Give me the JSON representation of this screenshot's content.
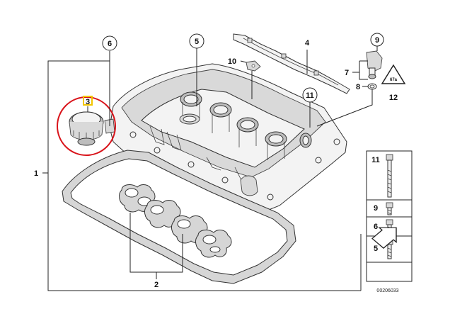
{
  "diagram": {
    "callouts": {
      "c1": "1",
      "c2": "2",
      "c3": "3",
      "c4": "4",
      "c5": "5",
      "c6": "6",
      "c7": "7",
      "c8": "8",
      "c9": "9",
      "c10": "10",
      "c11": "11",
      "c12": "12"
    },
    "bolt_panel": {
      "labels": [
        "11",
        "9",
        "6",
        "5"
      ]
    },
    "drawing_code": "00206033",
    "highlight_color": "#d9141b",
    "highlight_box_color": "#f2c500"
  }
}
